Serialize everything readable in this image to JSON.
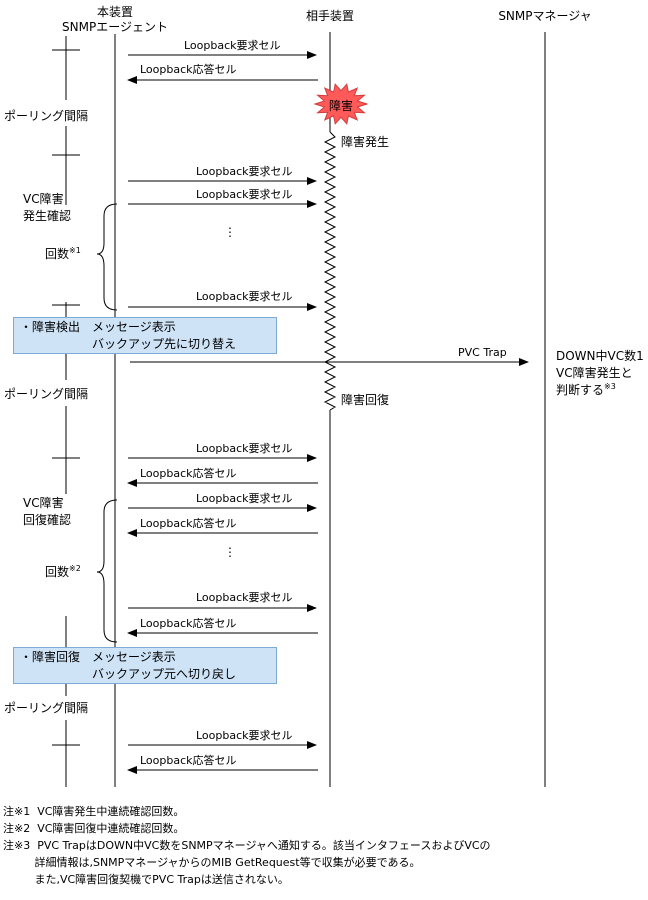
{
  "lifelines": {
    "device_line1": "本装置",
    "device_line2": "SNMPエージェント",
    "partner": "相手装置",
    "manager": "SNMPマネージャ"
  },
  "phase_labels": {
    "polling": "ポーリング間隔",
    "vc_fault_confirm_1": "VC障害",
    "vc_fault_confirm_2": "発生確認",
    "vc_recovery_confirm_1": "VC障害",
    "vc_recovery_confirm_2": "回復確認",
    "count": "回数",
    "sup1": "※1",
    "sup2": "※2"
  },
  "messages": {
    "loopback_request": "Loopback要求セル",
    "loopback_response": "Loopback応答セル",
    "pvc_trap": "PVC Trap",
    "ellipsis": "⋮"
  },
  "events": {
    "fault_burst": "障害",
    "fault_occur": "障害発生",
    "fault_recover": "障害回復"
  },
  "manager_note": {
    "line1": "DOWN中VC数1",
    "line2": "VC障害発生と",
    "line3": "判断する",
    "sup": "※3"
  },
  "boxes": {
    "detect_line1": "・障害検出　メッセージ表示",
    "detect_line2": "　　　　　　バックアップ先に切り替え",
    "recover_line1": "・障害回復　メッセージ表示",
    "recover_line2": "　　　　　　バックアップ元へ切り戻し"
  },
  "notes": {
    "n1": "注※1  VC障害発生中連続確認回数。",
    "n2": "注※2  VC障害回復中連続確認回数。",
    "n3a": "注※3  PVC TrapはDOWN中VC数をSNMPマネージャへ通知する。該当インタフェースおよびVCの",
    "n3b": "         詳細情報は,SNMPマネージャからのMIB GetRequest等で収集が必要である。",
    "n3c": "         また,VC障害回復契機でPVC Trapは送信されない。"
  },
  "colors": {
    "box_fill": "#cfe3f7",
    "box_border": "#7fa9d6",
    "burst_fill": "#ff5a5a"
  }
}
